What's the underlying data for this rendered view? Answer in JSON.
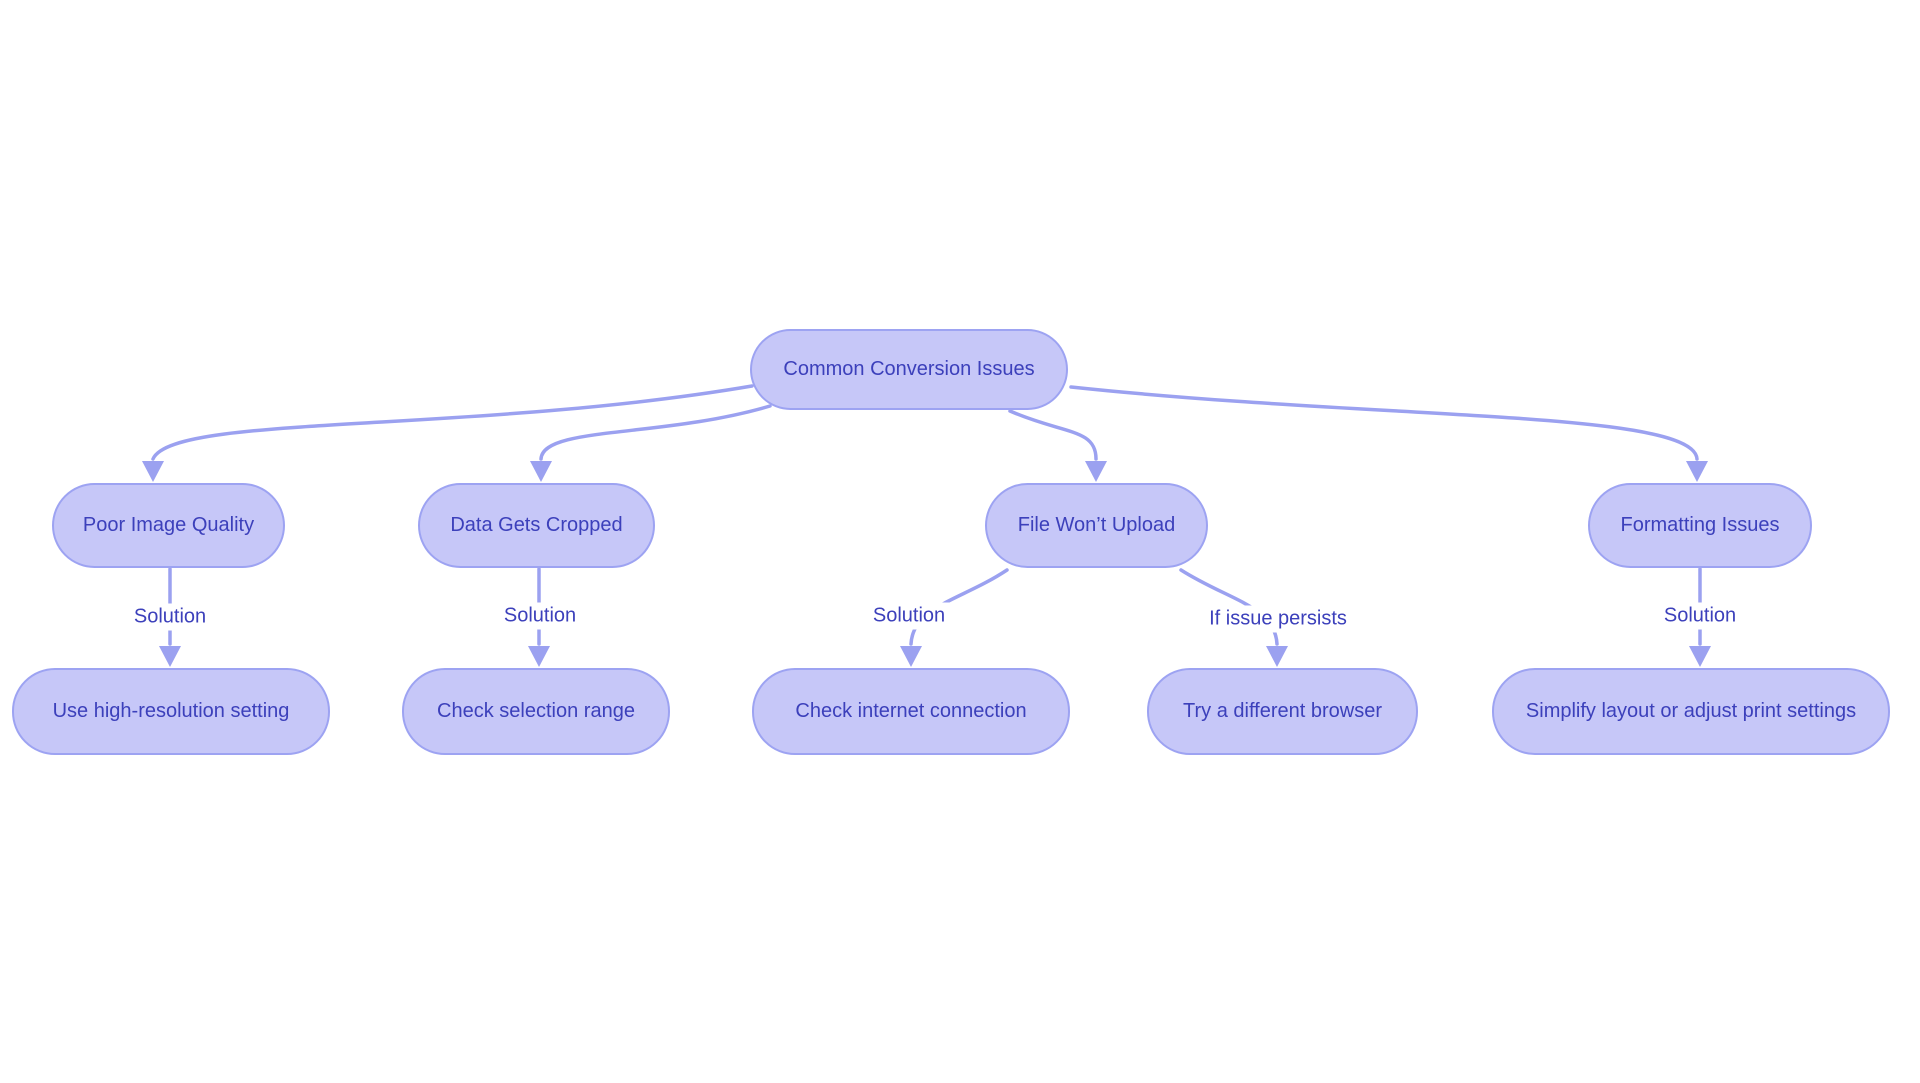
{
  "diagram": {
    "type": "flowchart",
    "background_color": "#ffffff",
    "node_fill_color": "#c6c7f8",
    "node_border_color": "#9da3f2",
    "edge_color": "#9ba1f0",
    "text_color": "#3c40bb",
    "nodes": [
      {
        "id": "common-conversion-issues",
        "label": "Common Conversion Issues"
      },
      {
        "id": "poor-image-quality",
        "label": "Poor Image Quality"
      },
      {
        "id": "data-gets-cropped",
        "label": "Data Gets Cropped"
      },
      {
        "id": "file-wont-upload",
        "label": "File Won’t Upload"
      },
      {
        "id": "formatting-issues",
        "label": "Formatting Issues"
      },
      {
        "id": "use-high-resolution-setting",
        "label": "Use high-resolution setting"
      },
      {
        "id": "check-selection-range",
        "label": "Check selection range"
      },
      {
        "id": "check-internet-connection",
        "label": "Check internet connection"
      },
      {
        "id": "try-a-different-browser",
        "label": "Try a different browser"
      },
      {
        "id": "simplify-layout-or-adjust-print-settings",
        "label": "Simplify layout or adjust print settings"
      }
    ],
    "edges": [
      {
        "from": "common-conversion-issues",
        "to": "poor-image-quality",
        "label": ""
      },
      {
        "from": "common-conversion-issues",
        "to": "data-gets-cropped",
        "label": ""
      },
      {
        "from": "common-conversion-issues",
        "to": "file-wont-upload",
        "label": ""
      },
      {
        "from": "common-conversion-issues",
        "to": "formatting-issues",
        "label": ""
      },
      {
        "from": "poor-image-quality",
        "to": "use-high-resolution-setting",
        "label": "Solution"
      },
      {
        "from": "data-gets-cropped",
        "to": "check-selection-range",
        "label": "Solution"
      },
      {
        "from": "file-wont-upload",
        "to": "check-internet-connection",
        "label": "Solution"
      },
      {
        "from": "file-wont-upload",
        "to": "try-a-different-browser",
        "label": "If issue persists"
      },
      {
        "from": "formatting-issues",
        "to": "simplify-layout-or-adjust-print-settings",
        "label": "Solution"
      }
    ]
  }
}
